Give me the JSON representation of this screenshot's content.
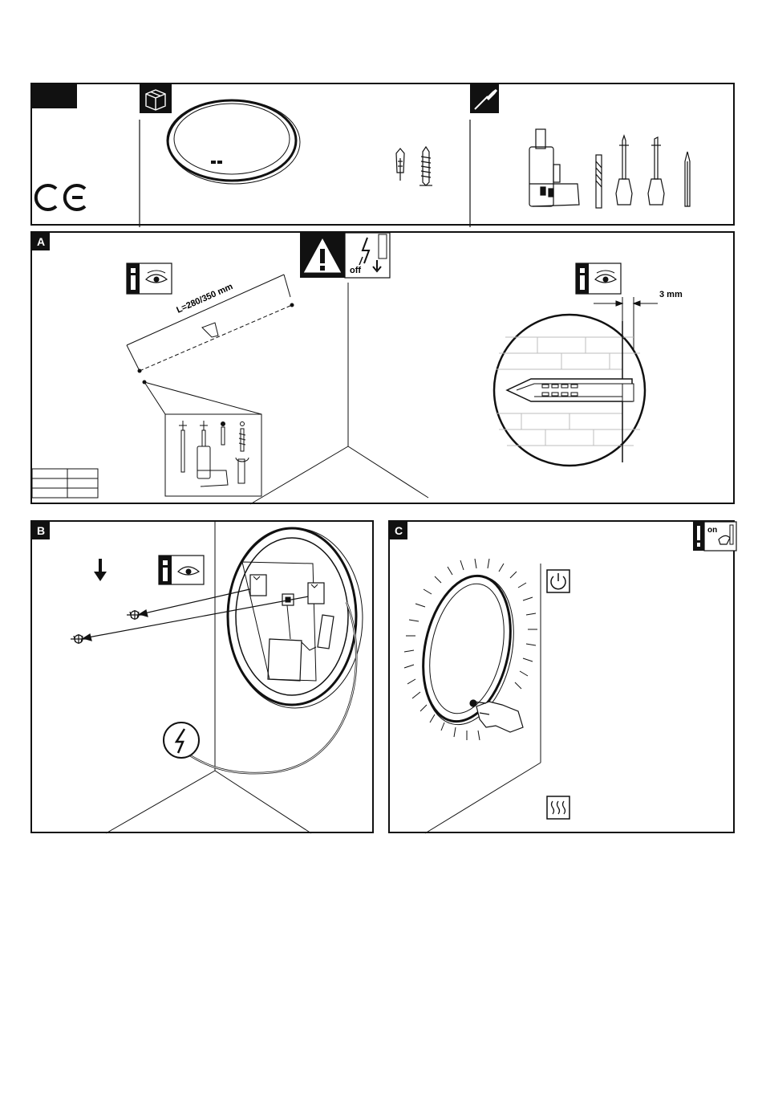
{
  "header": {
    "label_box": "",
    "ce_mark": "CE"
  },
  "contents": {
    "icon": "box-icon",
    "items": [
      "round-mirror",
      "wall-plug",
      "screw"
    ]
  },
  "tools": {
    "icon": "screwdriver-icon",
    "items": [
      "drill",
      "drill-bit",
      "phillips-screwdriver",
      "flat-screwdriver",
      "pencil"
    ]
  },
  "step_a": {
    "tag": "A",
    "distance_label": "L=280/350 mm",
    "warning_power": "off",
    "gap_label": "3 mm"
  },
  "step_b": {
    "tag": "B"
  },
  "step_c": {
    "tag": "C",
    "power_state": "on"
  },
  "colors": {
    "ink": "#111111",
    "paper": "#ffffff",
    "brick_line": "#bdbdbd"
  }
}
